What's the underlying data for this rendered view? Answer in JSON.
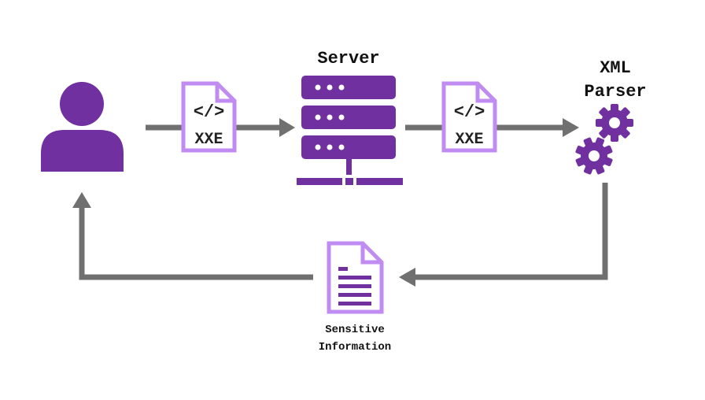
{
  "labels": {
    "server": "Server",
    "xml_parser_line1": "XML",
    "xml_parser_line2": "Parser",
    "sensitive_line1": "Sensitive",
    "sensitive_line2": "Information",
    "doc_code": "</>",
    "doc_tag": "XXE"
  },
  "colors": {
    "purple": "#7030A0",
    "light_purple": "#C18CF2",
    "arrow": "#707070"
  },
  "icons": [
    "user-icon",
    "xxe-document-icon",
    "server-icon",
    "gears-icon",
    "sensitive-document-icon"
  ]
}
